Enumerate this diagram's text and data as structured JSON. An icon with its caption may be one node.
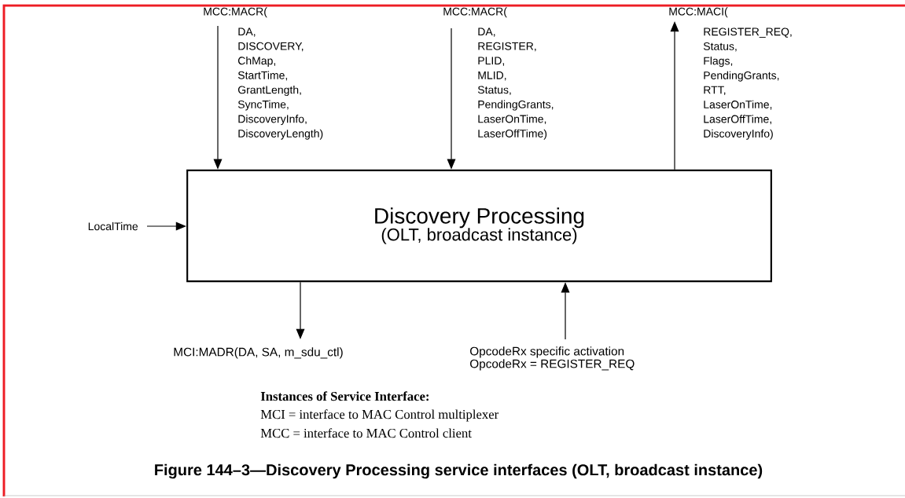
{
  "diagram": {
    "caption": "Figure 144–3—Discovery Processing service interfaces (OLT, broadcast instance)",
    "nodes": [
      {
        "text": [
          "Discovery Processing",
          "(OLT, broadcast instance)"
        ]
      },
      {
        "text": [
          "MCC:MACR(",
          "DA, DISCOVERY, ChMap, StartTime, GrantLength, SyncTime, DiscoveryInfo, DiscoveryLength)"
        ]
      },
      {
        "text": [
          "MCC:MACR(",
          "DA, REGISTER, PLID, MLID, Status, PendingGrants, LaserOnTime, LaserOffTime)"
        ]
      },
      {
        "text": [
          "MCC:MACI(",
          "REGISTER_REQ, Status, Flags, PendingGrants, RTT, LaserOnTime, LaserOffTime, DiscoveryInfo)"
        ]
      },
      {
        "text": [
          "LocalTime"
        ]
      },
      {
        "text": [
          "MCI:MADR(DA, SA, m_sdu_ctl)"
        ]
      },
      {
        "text": [
          "OpcodeRx specific activation",
          "OpcodeRx = REGISTER_REQ"
        ]
      }
    ],
    "edges": [
      {
        "from": 1,
        "to": 0,
        "arrow": "to"
      },
      {
        "from": 2,
        "to": 0,
        "arrow": "to"
      },
      {
        "from": 0,
        "to": 3,
        "arrow": "to"
      },
      {
        "from": 4,
        "to": 0,
        "arrow": "to"
      },
      {
        "from": 0,
        "to": 5,
        "arrow": "to"
      },
      {
        "from": 6,
        "to": 0,
        "arrow": "to"
      }
    ],
    "labels": [
      "Instances of Service Interface:",
      "MCI = interface to MAC Control multiplexer",
      "MCC = interface to MAC Control client"
    ]
  }
}
